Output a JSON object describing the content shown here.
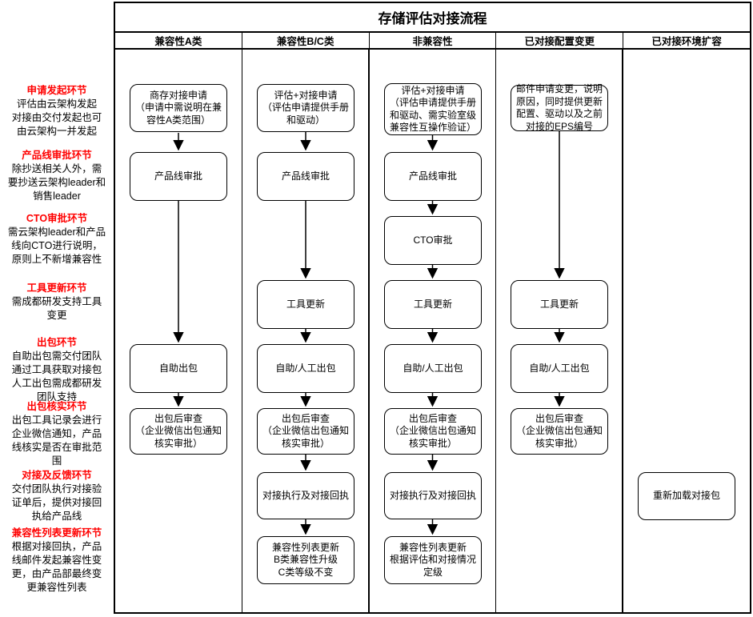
{
  "title": "存储评估对接流程",
  "colors": {
    "section_heading": "#ff0000",
    "line": "#000000",
    "background": "#ffffff"
  },
  "sidebar": {
    "sections": [
      {
        "heading": "申请发起环节",
        "body": "评估由云架构发起\n对接由交付发起也可\n由云架构一并发起"
      },
      {
        "heading": "产品线审批环节",
        "body": "除抄送相关人外，需\n要抄送云架构leader和\n销售leader"
      },
      {
        "heading": "CTO审批环节",
        "body": "需云架构leader和产品\n线向CTO进行说明，\n原则上不新增兼容性"
      },
      {
        "heading": "工具更新环节",
        "body": "需成都研发支持工具\n变更"
      },
      {
        "heading": "出包环节",
        "body": "自助出包需交付团队\n通过工具获取对接包\n人工出包需成都研发\n团队支持"
      },
      {
        "heading": "出包核实环节",
        "body": "出包工具记录会进行\n企业微信通知，产品\n线核实是否在审批范\n围"
      },
      {
        "heading": "对接及反馈环节",
        "body": "交付团队执行对接验\n证单后，提供对接回\n执给产品线"
      },
      {
        "heading": "兼容性列表更新环节",
        "body": "根据对接回执，产品\n线邮件发起兼容性变\n更，由产品部最终变\n更兼容性列表"
      }
    ]
  },
  "columns": [
    {
      "header": "兼容性A类",
      "boxes": [
        "商存对接申请\n（申请中需说明在兼\n容性A类范围）",
        "产品线审批",
        "自助出包",
        "出包后审查\n（企业微信出包通知\n核实审批）"
      ]
    },
    {
      "header": "兼容性B/C类",
      "boxes": [
        "评估+对接申请\n（评估申请提供手册\n和驱动）",
        "产品线审批",
        "工具更新",
        "自助/人工出包",
        "出包后审查\n（企业微信出包通知\n核实审批）",
        "对接执行及对接回执",
        "兼容性列表更新\nB类兼容性升级\nC类等级不变"
      ]
    },
    {
      "header": "非兼容性",
      "boxes": [
        "评估+对接申请\n（评估申请提供手册\n和驱动、需实验室级\n兼容性互操作验证）",
        "产品线审批",
        "CTO审批",
        "工具更新",
        "自助/人工出包",
        "出包后审查\n（企业微信出包通知\n核实审批）",
        "对接执行及对接回执",
        "兼容性列表更新\n根据评估和对接情况\n定级"
      ]
    },
    {
      "header": "已对接配置变更",
      "boxes": [
        "邮件申请变更，说明\n原因，同时提供更新\n配置、驱动以及之前\n对接的EPS编号",
        "工具更新",
        "自助/人工出包",
        "出包后审查\n（企业微信出包通知\n核实审批）"
      ]
    },
    {
      "header": "已对接环境扩容",
      "boxes": [
        "重新加载对接包"
      ]
    }
  ]
}
